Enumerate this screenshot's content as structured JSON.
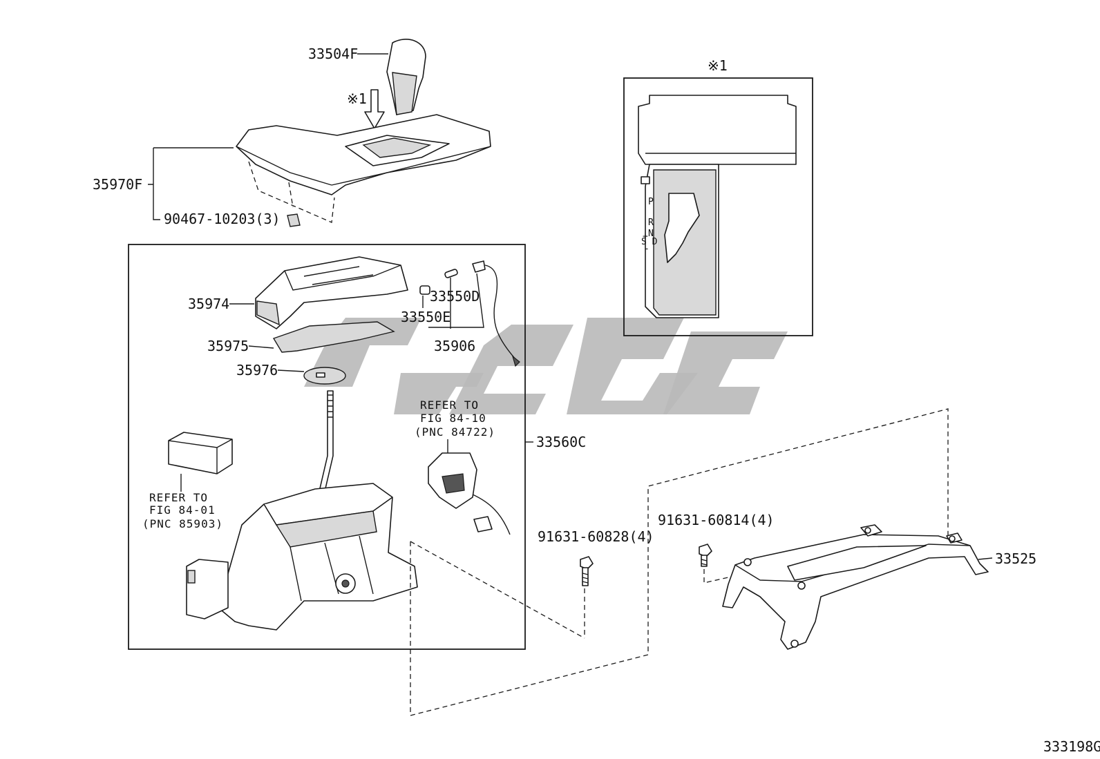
{
  "labels": {
    "knob": "33504F",
    "arrow_note": "※1",
    "bezel": "35970F",
    "clip": "90467-10203(3)",
    "inset_title": "※1",
    "p35974": "35974",
    "p33550D": "33550D",
    "p33550E": "33550E",
    "p35975": "35975",
    "p35906": "35906",
    "p35976": "35976",
    "assembly": "33560C",
    "bolt1": "91631-60828(4)",
    "bolt2": "91631-60814(4)",
    "bracket": "33525",
    "diagram_id": "333198G"
  },
  "refs": {
    "ref1": {
      "line1": "REFER TO",
      "line2": "FIG 84-10",
      "line3": "(PNC 84722)"
    },
    "ref2": {
      "line1": "REFER TO",
      "line2": "FIG 84-01",
      "line3": "(PNC 85903)"
    }
  },
  "shift_pattern": {
    "p": "P",
    "r": "R",
    "n": "N",
    "d": "S D",
    "plus": "+",
    "minus": "-"
  }
}
